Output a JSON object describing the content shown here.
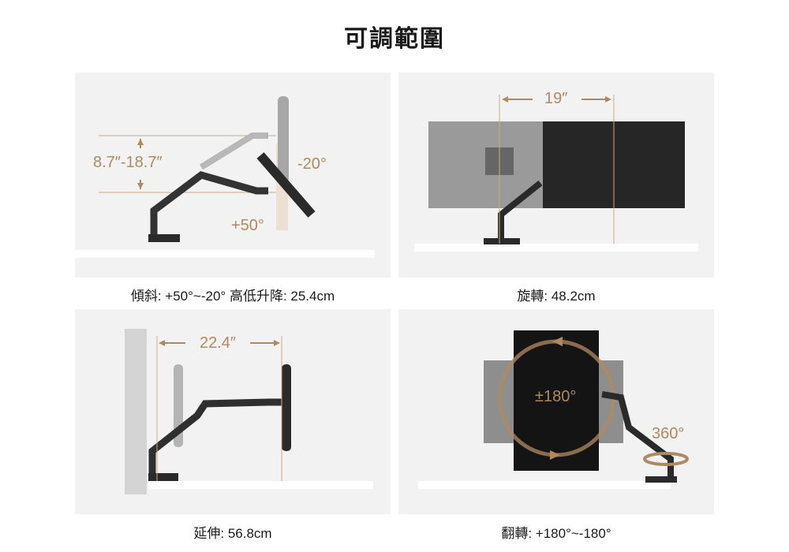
{
  "title": "可調範圍",
  "accent_color": "#b0895e",
  "panels": [
    {
      "id": "tilt-height",
      "labels": {
        "height_range": "8.7″-18.7″",
        "tilt_down": "-20°",
        "tilt_up": "+50°"
      },
      "caption": "傾斜: +50°~-20° 高低升降: 25.4cm"
    },
    {
      "id": "swivel",
      "labels": {
        "width": "19″"
      },
      "caption": "旋轉: 48.2cm"
    },
    {
      "id": "extension",
      "labels": {
        "depth": "22.4″"
      },
      "caption": "延伸: 56.8cm"
    },
    {
      "id": "rotation",
      "labels": {
        "rotate": "±180°",
        "base_rotate": "360°"
      },
      "caption": "翻轉: +180°~-180°"
    }
  ]
}
